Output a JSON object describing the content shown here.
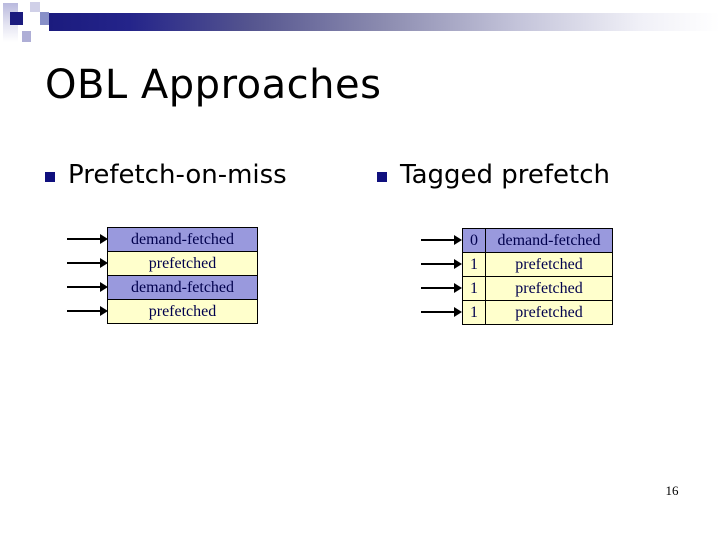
{
  "slide": {
    "title": "OBL Approaches",
    "page_number": "16"
  },
  "bullets": [
    {
      "label": "Prefetch-on-miss"
    },
    {
      "label": "Tagged prefetch"
    }
  ],
  "prefetch_on_miss_table": {
    "rows": [
      {
        "label": "demand-fetched",
        "state": "demand"
      },
      {
        "label": "prefetched",
        "state": "prefetch"
      },
      {
        "label": "demand-fetched",
        "state": "demand"
      },
      {
        "label": "prefetched",
        "state": "prefetch"
      }
    ]
  },
  "tagged_prefetch_table": {
    "rows": [
      {
        "bit": "0",
        "label": "demand-fetched",
        "state": "demand"
      },
      {
        "bit": "1",
        "label": "prefetched",
        "state": "prefetch"
      },
      {
        "bit": "1",
        "label": "prefetched",
        "state": "prefetch"
      },
      {
        "bit": "1",
        "label": "prefetched",
        "state": "prefetch"
      }
    ]
  },
  "colors": {
    "demand_fill": "#9999dd",
    "prefetch_fill": "#ffffcc",
    "header_navy": "#1b1b7e",
    "bullet_navy": "#10107e",
    "table_text": "#00004d"
  }
}
